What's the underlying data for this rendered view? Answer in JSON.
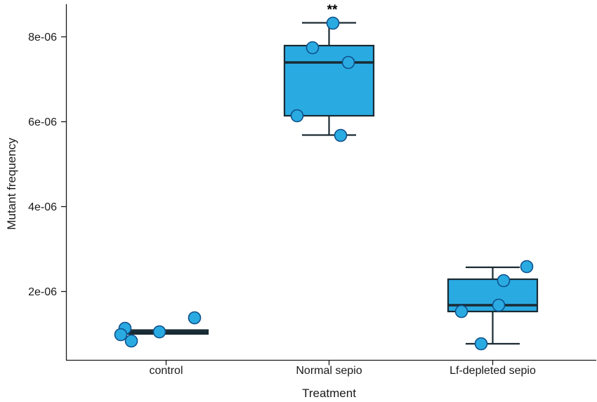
{
  "chart_data": {
    "type": "box",
    "title": "",
    "subtitle": "",
    "xlabel": "Treatment",
    "ylabel": "Mutant frequency",
    "categories": [
      "control",
      "Normal sepio",
      "Lf-depleted sepio"
    ],
    "ytick_labels": [
      "2e-06",
      "4e-06",
      "6e-06",
      "8e-06"
    ],
    "ytick_values": [
      2e-06,
      4e-06,
      6e-06,
      8e-06
    ],
    "ylim": [
      5.5e-07,
      8.75e-06
    ],
    "grid": false,
    "legend": "none",
    "box_fill": "#29ABE2",
    "box_stroke": "#1a2a33",
    "point_fill": "#29ABE2",
    "point_stroke": "#10508a",
    "annotations": [
      {
        "text": "**",
        "group": "Normal sepio",
        "value": 8.65e-06
      }
    ],
    "boxes": [
      {
        "category": "control",
        "lower_whisker": 1e-06,
        "q1": 1e-06,
        "median": 1e-06,
        "q3": 1e-06,
        "upper_whisker": 1e-06,
        "points": [
          1.08e-06,
          9.3e-07,
          7.8e-07,
          1e-06,
          1.33e-06
        ]
      },
      {
        "category": "Normal sepio",
        "lower_whisker": 5.7e-06,
        "q1": 6.2e-06,
        "median": 7.45e-06,
        "q3": 7.8e-06,
        "upper_whisker": 8.4e-06,
        "points": [
          8.4e-06,
          7.8e-06,
          7.45e-06,
          6.2e-06,
          5.7e-06
        ]
      },
      {
        "category": "Lf-depleted sepio",
        "lower_whisker": 6.5e-07,
        "q1": 1.55e-06,
        "median": 1.7e-06,
        "q3": 2.3e-06,
        "upper_whisker": 2.55e-06,
        "points": [
          2.55e-06,
          2.3e-06,
          1.7e-06,
          1.5e-06,
          6.5e-07
        ]
      }
    ]
  },
  "axis": {
    "y_label_text": "Mutant frequency",
    "x_label_text": "Treatment",
    "y_ticks": [
      "8e-06",
      "6e-06",
      "4e-06",
      "2e-06"
    ],
    "x_ticks": [
      "control",
      "Normal sepio",
      "Lf-depleted sepio"
    ]
  },
  "annotation": {
    "significance_marker": "**"
  }
}
